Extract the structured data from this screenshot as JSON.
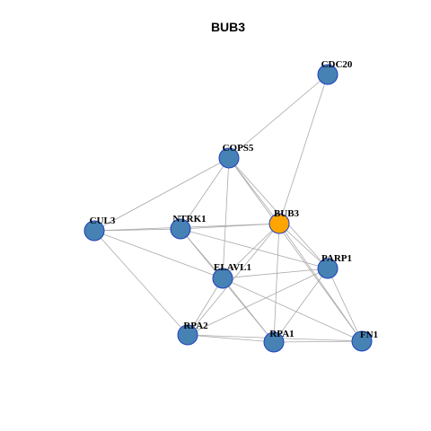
{
  "title": "BUB3",
  "colors": {
    "default_node": "#4682B4",
    "highlight_node": "#FFA500",
    "node_border": "#1f3fbf",
    "edge": "#aaaaaa"
  },
  "network": {
    "nodes": [
      {
        "id": "CDC20",
        "label": "CDC20",
        "highlight": false
      },
      {
        "id": "COPS5",
        "label": "COPS5",
        "highlight": false
      },
      {
        "id": "CUL3",
        "label": "CUL3",
        "highlight": false
      },
      {
        "id": "NTRK1",
        "label": "NTRK1",
        "highlight": false
      },
      {
        "id": "BUB3",
        "label": "BUB3",
        "highlight": true
      },
      {
        "id": "PARP1",
        "label": "PARP1",
        "highlight": false
      },
      {
        "id": "ELAVL1",
        "label": "ELAVL1",
        "highlight": false
      },
      {
        "id": "RPA2",
        "label": "RPA2",
        "highlight": false
      },
      {
        "id": "RPA1",
        "label": "RPA1",
        "highlight": false
      },
      {
        "id": "FN1",
        "label": "FN1",
        "highlight": false
      }
    ],
    "edges": [
      [
        "CDC20",
        "COPS5"
      ],
      [
        "CDC20",
        "BUB3"
      ],
      [
        "COPS5",
        "CUL3"
      ],
      [
        "COPS5",
        "NTRK1"
      ],
      [
        "COPS5",
        "BUB3"
      ],
      [
        "COPS5",
        "ELAVL1"
      ],
      [
        "COPS5",
        "PARP1"
      ],
      [
        "COPS5",
        "FN1"
      ],
      [
        "CUL3",
        "NTRK1"
      ],
      [
        "CUL3",
        "BUB3"
      ],
      [
        "CUL3",
        "ELAVL1"
      ],
      [
        "CUL3",
        "RPA2"
      ],
      [
        "NTRK1",
        "BUB3"
      ],
      [
        "NTRK1",
        "ELAVL1"
      ],
      [
        "NTRK1",
        "PARP1"
      ],
      [
        "NTRK1",
        "RPA1"
      ],
      [
        "BUB3",
        "ELAVL1"
      ],
      [
        "BUB3",
        "PARP1"
      ],
      [
        "BUB3",
        "RPA1"
      ],
      [
        "BUB3",
        "RPA2"
      ],
      [
        "BUB3",
        "FN1"
      ],
      [
        "ELAVL1",
        "PARP1"
      ],
      [
        "ELAVL1",
        "RPA1"
      ],
      [
        "ELAVL1",
        "RPA2"
      ],
      [
        "ELAVL1",
        "FN1"
      ],
      [
        "PARP1",
        "RPA1"
      ],
      [
        "PARP1",
        "RPA2"
      ],
      [
        "PARP1",
        "FN1"
      ],
      [
        "RPA2",
        "RPA1"
      ],
      [
        "RPA2",
        "FN1"
      ],
      [
        "RPA1",
        "FN1"
      ]
    ]
  }
}
